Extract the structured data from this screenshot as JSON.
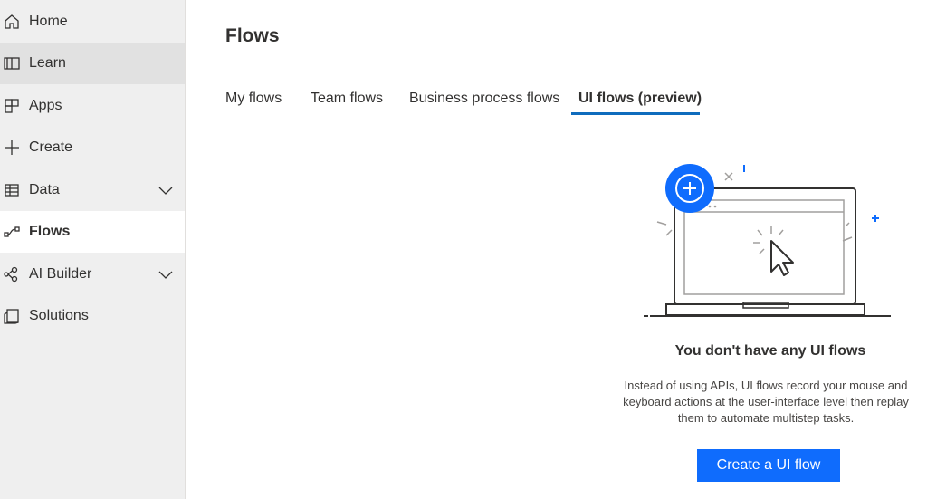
{
  "sidebar": {
    "items": [
      {
        "label": "Home",
        "icon": "home-icon"
      },
      {
        "label": "Learn",
        "icon": "book-icon"
      },
      {
        "label": "Apps",
        "icon": "apps-icon"
      },
      {
        "label": "Create",
        "icon": "plus-icon"
      },
      {
        "label": "Data",
        "icon": "table-icon",
        "expandable": true
      },
      {
        "label": "Flows",
        "icon": "flows-icon",
        "active": true
      },
      {
        "label": "AI Builder",
        "icon": "ai-builder-icon",
        "expandable": true
      },
      {
        "label": "Solutions",
        "icon": "solutions-icon"
      }
    ]
  },
  "main": {
    "title": "Flows",
    "tabs": [
      {
        "label": "My flows"
      },
      {
        "label": "Team flows"
      },
      {
        "label": "Business process flows"
      },
      {
        "label": "UI flows (preview)",
        "active": true
      }
    ],
    "empty_state": {
      "title": "You don't have any UI flows",
      "description": "Instead of using APIs, UI flows record your mouse and keyboard actions at the user-interface level then replay them to automate multistep tasks.",
      "button_label": "Create a UI flow"
    }
  },
  "colors": {
    "accent": "#0f6cfd",
    "sidebar_bg": "#efefef",
    "hover_bg": "#e1e1e1"
  }
}
